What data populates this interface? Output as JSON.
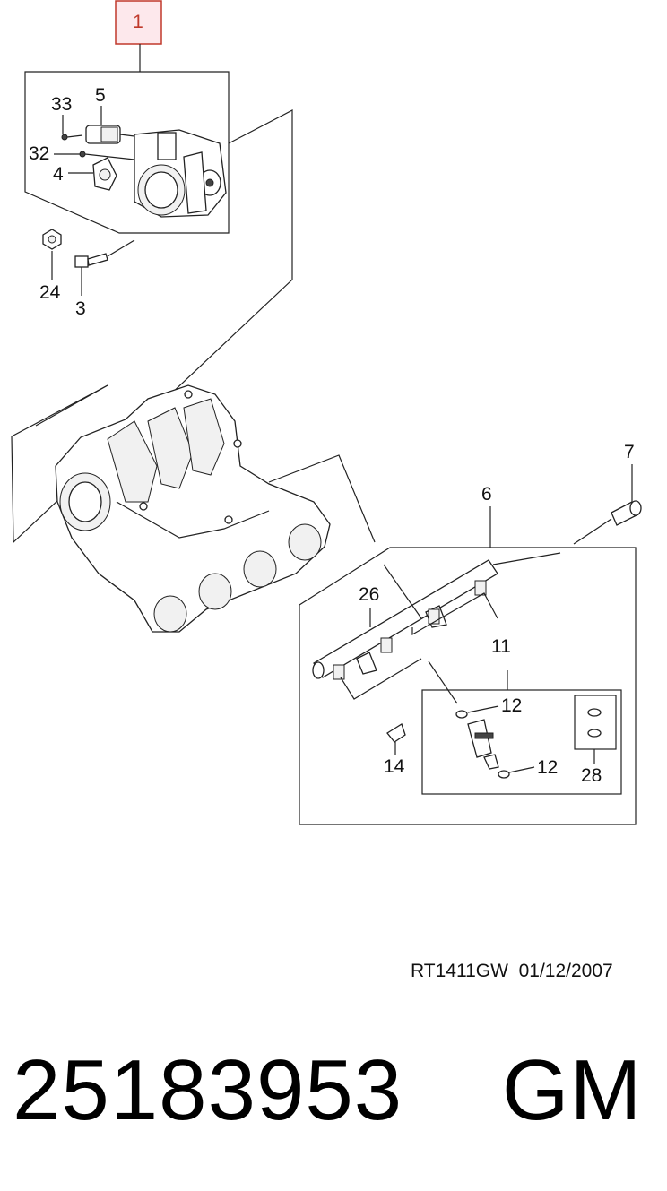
{
  "callouts": {
    "c1": "1",
    "c33": "33",
    "c5": "5",
    "c32": "32",
    "c4": "4",
    "c24": "24",
    "c3": "3",
    "c7": "7",
    "c6": "6",
    "c26": "26",
    "c11": "11",
    "c12a": "12",
    "c12b": "12",
    "c14": "14",
    "c28": "28"
  },
  "footer": {
    "doc_code": "RT1411GW  01/12/2007",
    "part_number": "25183953    GM"
  },
  "colors": {
    "highlight_border": "#c0392b",
    "highlight_fill": "#fde8ec"
  }
}
